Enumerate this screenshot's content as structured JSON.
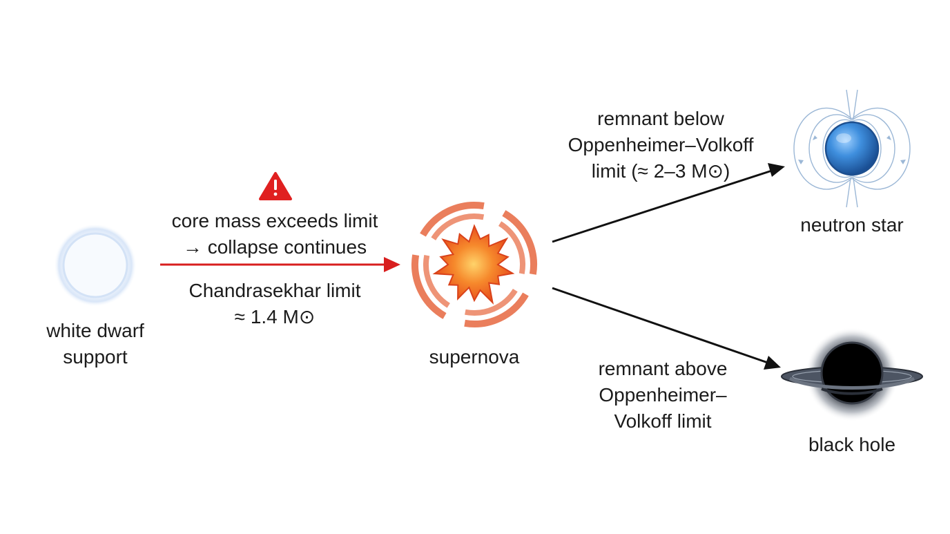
{
  "nodes": {
    "white_dwarf": {
      "line1": "white dwarf",
      "line2": "support"
    },
    "supernova": {
      "label": "supernova"
    },
    "neutron_star": {
      "label": "neutron star"
    },
    "black_hole": {
      "label": "black hole"
    }
  },
  "edges": {
    "collapse": {
      "above_line1": "core mass exceeds limit",
      "above_line2": "→ collapse continues",
      "below_line1": "Chandrasekhar limit",
      "below_line2": "≈ 1.4 M⊙",
      "warning_icon": "warning-triangle-icon",
      "color": "#d81e1e"
    },
    "to_neutron_star": {
      "line1": "remnant below",
      "line2": "Oppenheimer–Volkoff",
      "line3": "limit (≈ 2–3 M⊙)",
      "color": "#111111"
    },
    "to_black_hole": {
      "line1": "remnant above",
      "line2": "Oppenheimer–",
      "line3": "Volkoff limit",
      "color": "#111111"
    }
  },
  "colors": {
    "white_dwarf_glow": "#c9dcf5",
    "supernova_core": "#f26a1b",
    "supernova_rings": "#e8704a",
    "neutron_star_fill": "#2f7fd0",
    "field_lines": "#9bb7d6",
    "black_hole_disk": "#5a6270"
  }
}
